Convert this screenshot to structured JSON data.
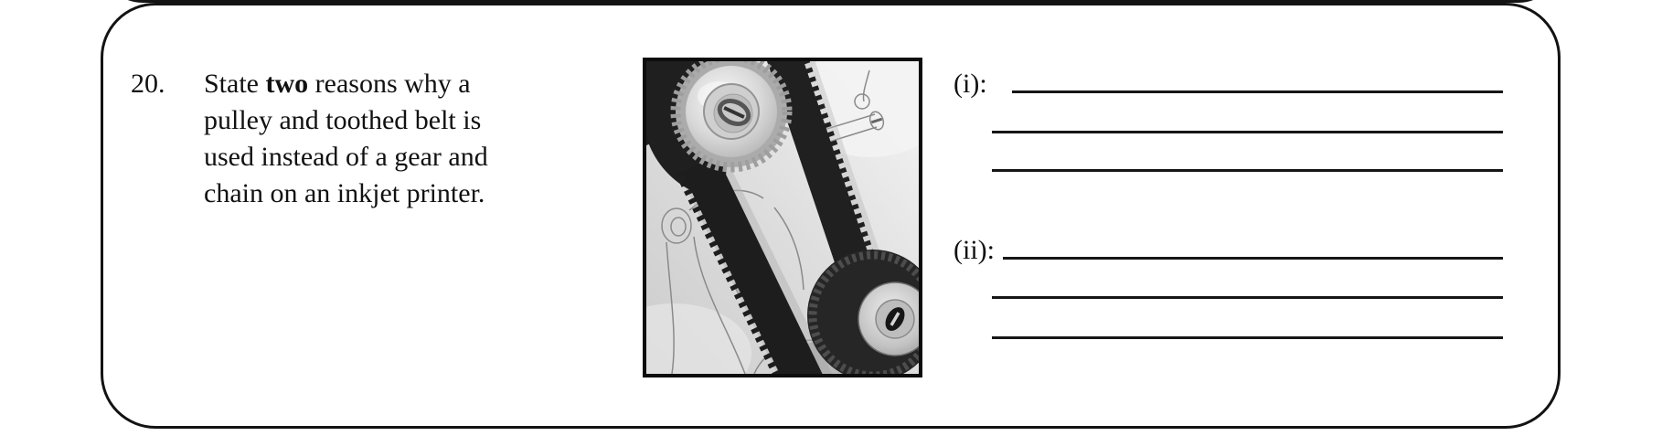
{
  "page": {
    "paper_color": "#ffffff",
    "ink_color": "#111111"
  },
  "question": {
    "number": "20.",
    "prefix": "State ",
    "bold_word": "two",
    "suffix": " reasons why a pulley and toothed belt is used instead of a gear and chain on an inkjet printer."
  },
  "figure": {
    "icon": "toothed-belt-and-pulleys-photo"
  },
  "answers": {
    "first": {
      "label": "(i):",
      "blank_lines": 3
    },
    "second": {
      "label": "(ii):",
      "blank_lines": 3
    }
  }
}
